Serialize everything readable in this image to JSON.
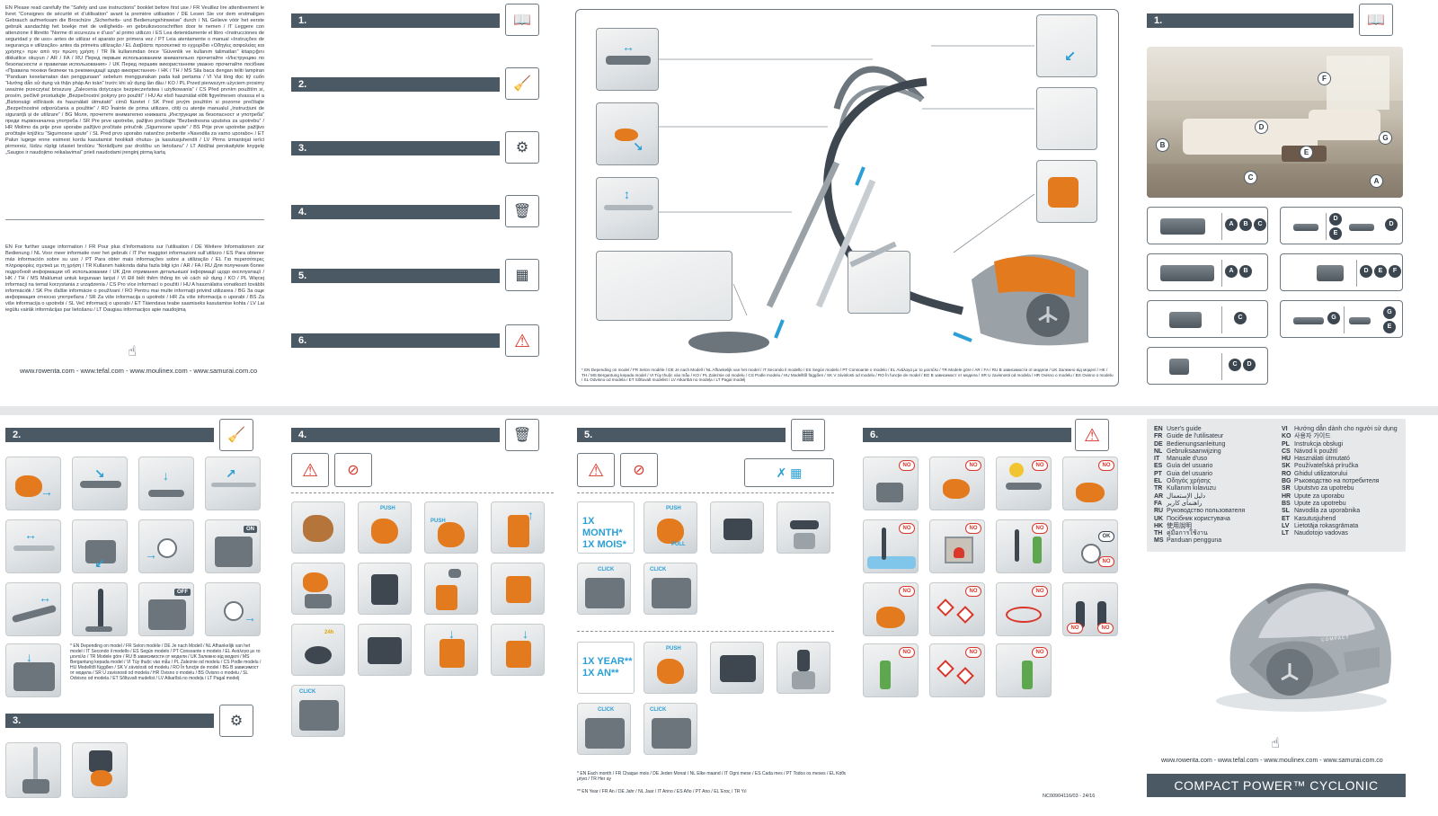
{
  "safety_text": "EN Please read carefully the “Safety and use instructions” booklet before first use / FR Veuillez lire attentivement le livret “Consignes de sécurité et d’utilisation” avant la première utilisation / DE Lesen Sie vor dem erstmaligen Gebrauch aufmerksam die Broschüre „Sicherheits- und Bedienungshinweise“ durch / NL Gelieve vóór het eerste gebruik aandachtig het boekje met de veiligheids- en gebruiksvoorschriften door te nemen / IT Leggere con attenzione il libretto “Norme di sicurezza e d’uso” al primo utilizzo / ES Lea detenidamente el libro «Instrucciones de seguridad y de uso» antes de utilizar el aparato por primera vez / PT Leia atentamente o manual «Instruções de segurança e utilização» antes da primeira utilização / EL Διαβάστε προσεκτικά το εγχειρίδιο «Οδηγίες ασφαλείας και χρήσης» πριν από την πρώτη χρήση / TR İlk kullanımdan önce “Güvenlik ve kullanım talimatları” kitapçığını dikkatlice okuyun / AR / FA / RU Перед первым использованием внимательно прочитайте «Инструкцию по безопасности и правилам использования» / UK Перед першим використанням уважно прочитайте посібник «Правила техніки безпеки та рекомендації щодо використання» / HK / TH / MS Sila baca dengan teliti lampiran “Panduan keselamatan dan penggunaan” sebelum menggunakan pada kali pertama / VI Vui lòng đọc kỹ cuốn “Hướng dẫn sử dụng và thận pháp An toàn” trước khi sử dụng lần đầu / KO / PL Przed pierwszym użyciem prosimy uważnie przeczytać broszurę „Zalecenia dotyczące bezpieczeństwa i użytkowania” / CS Před prvním použitím si, prosím, pečlivě prostudujte „Bezpečnostní pokyny pro použití” / HU Az első használat előtt figyelmesen olvassa el a „Biztonsági előírások és használati útmutató” című füzetet / SK Pred prvým použitím si pozorne prečítajte „Bezpečnostné odporúčania a použitie” / RO Înainte de prima utilizare, citiți cu atenție manualul „Instrucțiuni de siguranță și de utilizare” / BG Моля, прочетете внимателно книжката „Инструкции за безопасност и употреба” преди първоначална употреба / SR Pre prve upotrebe, pažljivo pročitajte “Bezbednosna uputstva za upotrebu” / HR Molimo da prije prve uporabe pažljivo pročitate priručnik „Sigurnosne upute” / BS Prije prve upotrebe pažljivo pročitajte knjižicu “Sigurnosne upute” / SL Pred prvo uporabo natančno preberite »Navodila za varno uporabo« / ET Palun lugege enne esimest korda kasutamist hoolikalt ohutus- ja kasutusjuhendit / LV Pirms izmantojat ierīci pirmoreiz, lūdzu rūpīgi izlasiet brošūru “Norādījumi par drošību un lietošanu” / LT Atidžiai perskaitykite knygelę „Saugos ir naudojimo reikalavimai” prieš naudodami įrenginį pirmą kartą",
  "usage_text": "EN For further usage information / FR Pour plus d’informations sur l’utilisation / DE Weitere Informationen zur Bedienung / NL Voor meer informatie over het gebruik / IT Per maggiori informazioni sull’utilizzo / ES Para obtener más información sobre su uso / PT Para obter mais informações sobre a utilização / EL Για περισσότερες πληροφορίες σχετικά με τη χρήση / TR Kullanım hakkında daha fazla bilgi için / AR / FA / RU Для получения более подробной информации об использовании / UK Для отримання детальнішої інформації щодо експлуатації / HK / TH / MS Maklumat untuk kegunaan lanjut / VI Để biết thêm thông tin về cách sử dụng / KO / PL Więcej informacji na temat korzystania z urządzenia / CS Pro více informací o použití / HU A használatra vonatkozó további információk / SK Pre ďalšie informácie o používaní / RO Pentru mai multe informaţii privind utilizarea / BG За още информация относно употребата / SR Za više informacija o upotrebi / HR Za više informacija o uporabi / BS Za više informacija o upotrebi / SL Več informacij o uporabi / ET Täiendava teabe saamiseks kasutamise kohta / LV Lai iegūtu vairāk informācijas par lietošanu / LT Daugiau informacijos apie naudojimą",
  "urls": "www.rowenta.com - www.tefal.com - www.moulinex.com - www.samurai.com.co",
  "steps_index": [
    {
      "label": "1."
    },
    {
      "label": "2."
    },
    {
      "label": "3."
    },
    {
      "label": "4."
    },
    {
      "label": "5."
    },
    {
      "label": "6."
    }
  ],
  "diagram_footnote": "* EN Depending on model / FR Selon modèle / DE Je nach Modell / NL Afhankelijk van het model / IT Secondo il modello / ES Según modelo / PT Consoante o modelo / EL Ανάλογα με το μοντέλο / TR Modele göre / AR / FA / RU В зависимости от модели / UK Залежно від моделі / HK / TH / MS Bergantung kepada model / VI Tùy thuộc vào mẫu / KO / PL Zależnie od modelu / CS Podle modelu / HU Modelltől függően / SK V závislosti od modelu / RO În funcţie de model / BG В зависимост от модела / SR U zavisnosti od modela / HR Ovisno o modelu / BS Ovisno o modelu / SL Odvisno od modela / ET Sõltuvalt mudelist / LV Atkarībā no modeļa / LT Pagal modelį",
  "room_letters": [
    "F",
    "B",
    "D",
    "E",
    "G",
    "C",
    "A"
  ],
  "accessories": [
    {
      "letters": [
        "A",
        "B",
        "C"
      ]
    },
    {
      "letters": [
        "D",
        "E"
      ],
      "extra": [
        "D"
      ]
    },
    {
      "letters": [
        "A",
        "B"
      ]
    },
    {
      "letters": [
        "D",
        "E",
        "F"
      ]
    },
    {
      "letters": [
        "C"
      ]
    },
    {
      "letters": [
        "G"
      ],
      "extra": [
        "G",
        "E"
      ]
    },
    {
      "letters": [
        "C",
        "D"
      ]
    }
  ],
  "section2_note": "* EN Depending on model / FR Selon modèle / DE Je nach Modell / NL Afhankelijk van het model / IT Secondo il modello / ES Según modelo / PT Consoante o modelo / EL Ανάλογα με το μοντέλο / TR Modele göre / RU В зависимости от модели / UK Залежно від моделі / MS Bergantung kepada model / VI Tùy thuộc vào mẫu / PL Zależnie od modelu / CS Podle modelu / HU Modelltől függően / SK V závislosti od modelu / RO În funcţie de model / BG В зависимост от модела / SR U zavisnosti od modela / HR Ovisno o modelu / BS Ovisno o modelu / SL Odvisno od modela / ET Sõltuvalt mudelist / LV Atkarībā no modeļa / LT Pagal modelį",
  "labels": {
    "push": "PUSH",
    "pull": "PULL",
    "click": "CLICK",
    "on": "ON",
    "off": "OFF",
    "no": "NO",
    "ok": "OK",
    "hours": "24h"
  },
  "freq_month": "1X MONTH*\n1X MOIS*",
  "freq_year": "1X YEAR**\n1X AN**",
  "maint_note1": "* EN Each month / FR Chaque mois / DE Jeden Monat / NL Elke maand / IT Ogni mese / ES Cada mes / PT Todos os meses / EL Κάθε μήνα / TR Her ay",
  "maint_note2": "** EN Year / FR An / DE Jahr / NL Jaar / IT Anno / ES Año / PT Ano / EL Έτος / TR Yıl",
  "ref_code": "NC00904116/03 - 24/16",
  "languages_left": [
    [
      "EN",
      "User's guide"
    ],
    [
      "FR",
      "Guide de l'utilisateur"
    ],
    [
      "DE",
      "Bedienungsanleitung"
    ],
    [
      "NL",
      "Gebruiksaanwijzing"
    ],
    [
      "IT",
      "Manuale d'uso"
    ],
    [
      "ES",
      "Guía del usuario"
    ],
    [
      "PT",
      "Guia del usuario"
    ],
    [
      "EL",
      "Οδηγός χρήσης"
    ],
    [
      "TR",
      "Kullanım kılavuzu"
    ],
    [
      "AR",
      "دليل الإستعمال"
    ],
    [
      "FA",
      "راهنمای کاربر"
    ],
    [
      "RU",
      "Руководство пользователя"
    ],
    [
      "UK",
      "Посібник користувача"
    ],
    [
      "HK",
      "使用說明"
    ],
    [
      "TH",
      "คู่มือการใช้งาน"
    ],
    [
      "MS",
      "Panduan pengguna"
    ]
  ],
  "languages_right": [
    [
      "VI",
      "Hướng dẫn dành cho người sử dụng"
    ],
    [
      "KO",
      "사용자 가이드"
    ],
    [
      "PL",
      "Instrukcja obsługi"
    ],
    [
      "CS",
      "Návod k použití"
    ],
    [
      "HU",
      "Használati útmutató"
    ],
    [
      "SK",
      "Používateľská príručka"
    ],
    [
      "RO",
      "Ghidul utilizatorului"
    ],
    [
      "BG",
      "Ръководство на потребителя"
    ],
    [
      "SR",
      "Uputstvo za upotrebu"
    ],
    [
      "HR",
      "Upute za uporabu"
    ],
    [
      "BS",
      "Upute za upotrebu"
    ],
    [
      "SL",
      "Navodila za uporabnika"
    ],
    [
      "ET",
      "Kasutusjuhend"
    ],
    [
      "LV",
      "Lietotāja rokasgrāmata"
    ],
    [
      "LT",
      "Naudotojo vadovas"
    ]
  ],
  "product_brand": "COMPACT",
  "product_title": "COMPACT POWER™ CYCLONIC",
  "colors": {
    "bar": "#4b5964",
    "accent_orange": "#e47a1e",
    "arrow_blue": "#2a9fd6",
    "warn_red": "#d9372b"
  },
  "icons": [
    "booklet-icon",
    "vacuum-icon",
    "canister-icon",
    "bin-icon",
    "filter-icon",
    "warning-icon",
    "pointer-icon"
  ]
}
